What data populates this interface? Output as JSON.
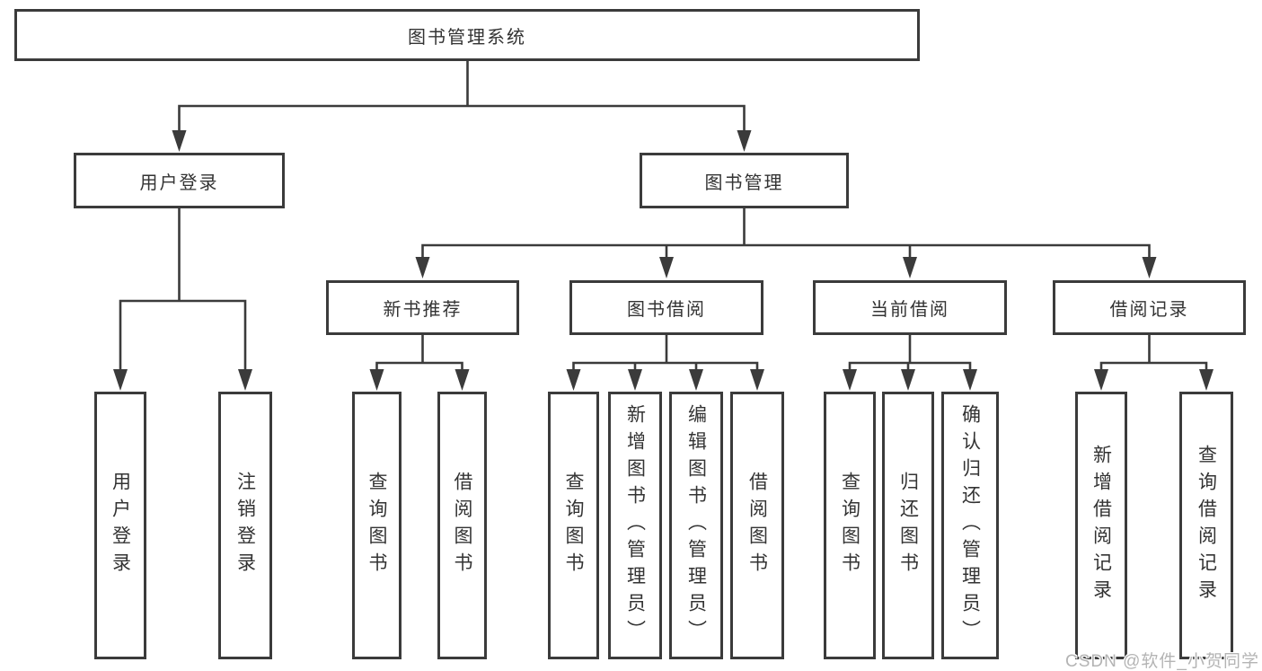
{
  "tree": {
    "root": {
      "label": "图书管理系统",
      "children": [
        {
          "label": "用户登录",
          "children": [
            {
              "label": "用户登录"
            },
            {
              "label": "注销登录"
            }
          ]
        },
        {
          "label": "图书管理",
          "children": [
            {
              "label": "新书推荐",
              "children": [
                {
                  "label": "查询图书"
                },
                {
                  "label": "借阅图书"
                }
              ]
            },
            {
              "label": "图书借阅",
              "children": [
                {
                  "label": "查询图书"
                },
                {
                  "label": "新增图书（管理员）"
                },
                {
                  "label": "编辑图书（管理员）"
                },
                {
                  "label": "借阅图书"
                }
              ]
            },
            {
              "label": "当前借阅",
              "children": [
                {
                  "label": "查询图书"
                },
                {
                  "label": "归还图书"
                },
                {
                  "label": "确认归还（管理员）"
                }
              ]
            },
            {
              "label": "借阅记录",
              "children": [
                {
                  "label": "新增借阅记录"
                },
                {
                  "label": "查询借阅记录"
                }
              ]
            }
          ]
        }
      ]
    }
  },
  "watermark": {
    "text": "CSDN @软件_小贺同学"
  },
  "colors": {
    "line": "#3b3b3b",
    "text": "#333333",
    "background": "#ffffff",
    "watermark": "#b4b4b4"
  }
}
